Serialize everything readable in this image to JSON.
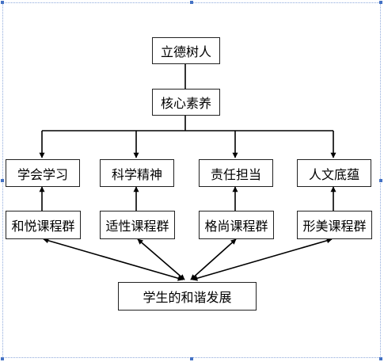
{
  "diagram": {
    "root": "立德树人",
    "level2": "核心素养",
    "pillars": [
      "学会学习",
      "科学精神",
      "责任担当",
      "人文底蕴"
    ],
    "courses": [
      "和悦课程群",
      "适性课程群",
      "格尚课程群",
      "形美课程群"
    ],
    "bottom": "学生的和谐发展"
  },
  "colors": {
    "line": "#000000",
    "border": "#222222",
    "frame": "#8faadc",
    "handle": "#4472c4"
  }
}
